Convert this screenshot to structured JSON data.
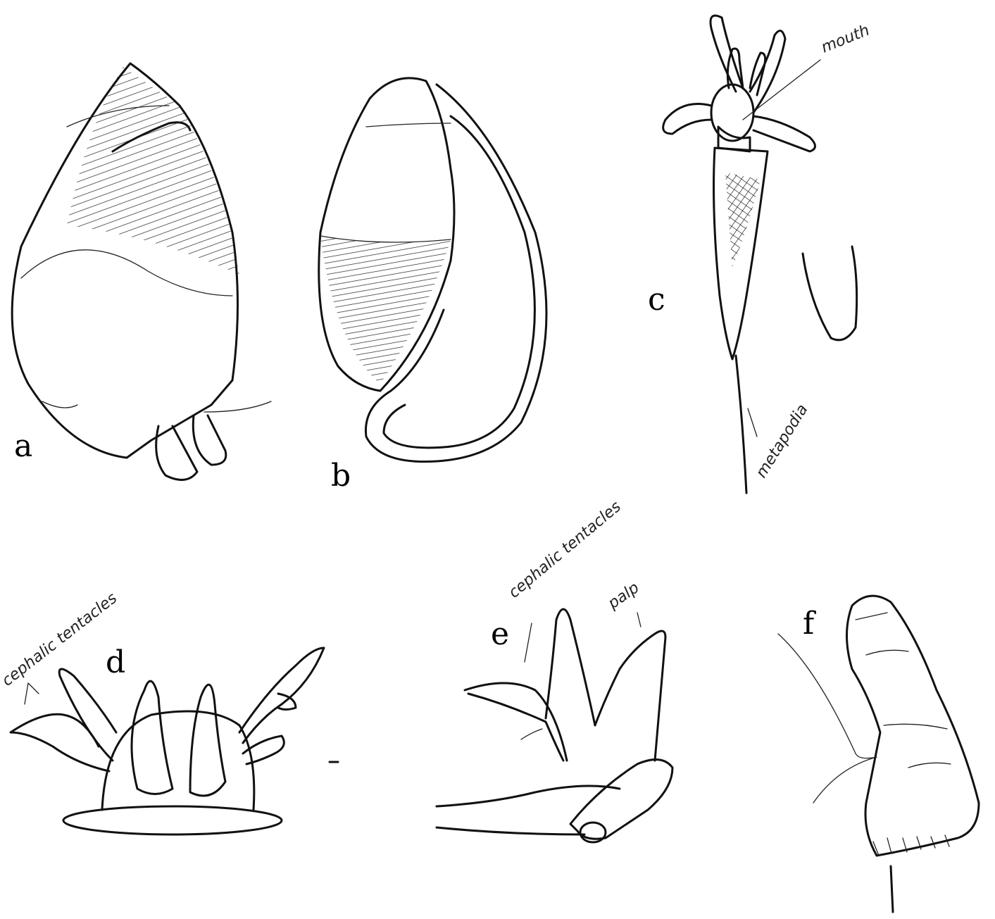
{
  "panels": {
    "a": {
      "letter": "a"
    },
    "b": {
      "letter": "b"
    },
    "c": {
      "letter": "c",
      "labels": {
        "mouth": "mouth",
        "metapodia": "metapodia"
      }
    },
    "d": {
      "letter": "d",
      "labels": {
        "cephalic_tentacles": "cephalic tentacles"
      }
    },
    "e": {
      "letter": "e",
      "labels": {
        "cephalic_tentacles": "cephalic tentacles",
        "palp": "palp"
      }
    },
    "f": {
      "letter": "f"
    }
  },
  "colors": {
    "ink": "#111111",
    "paper": "#ffffff"
  }
}
